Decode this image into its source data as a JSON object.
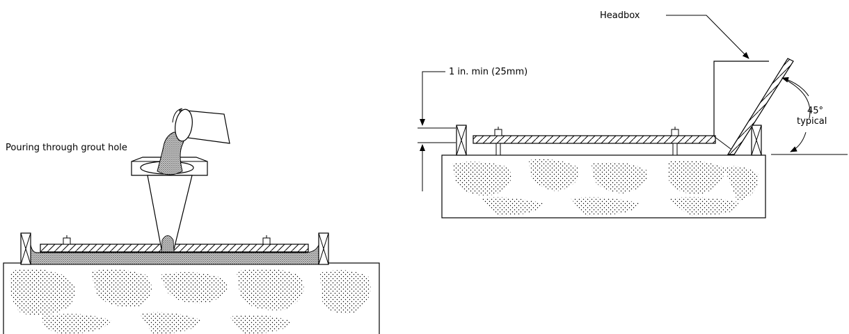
{
  "labels": {
    "pouring": "Pouring through grout hole",
    "headbox": "Headbox",
    "clearance": "1 in. min (25mm)",
    "angle_value": "45°",
    "angle_note": "typical"
  },
  "colors": {
    "line": "#000000",
    "background": "#ffffff"
  }
}
